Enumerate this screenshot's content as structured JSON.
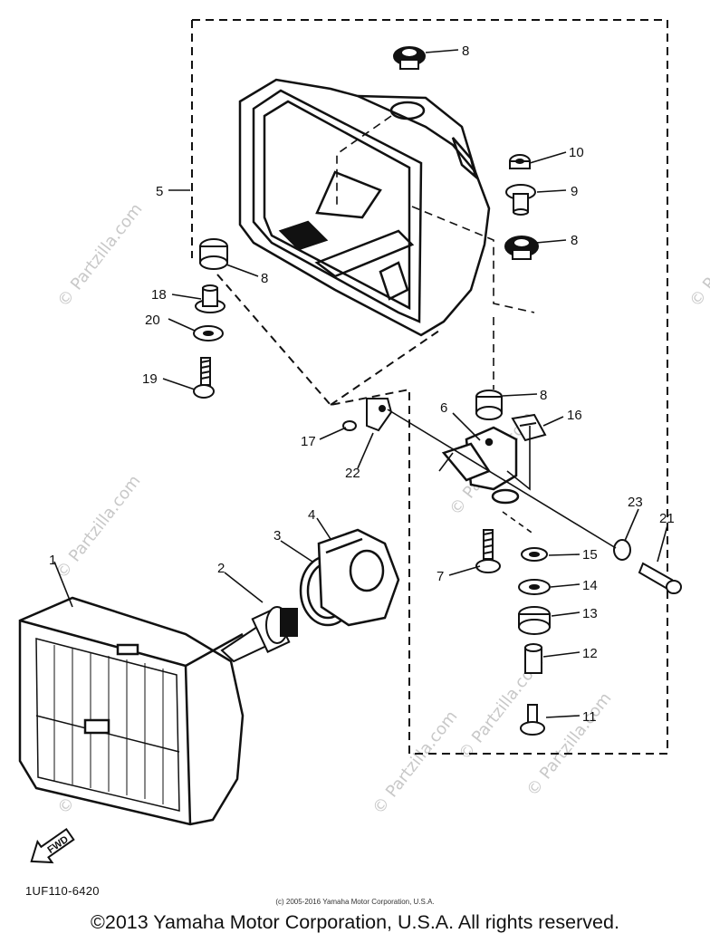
{
  "watermark": "© Partzilla.com",
  "parts": [
    {
      "id": "1",
      "label": "1"
    },
    {
      "id": "2",
      "label": "2"
    },
    {
      "id": "3",
      "label": "3"
    },
    {
      "id": "4",
      "label": "4"
    },
    {
      "id": "5",
      "label": "5"
    },
    {
      "id": "6",
      "label": "6"
    },
    {
      "id": "7",
      "label": "7"
    },
    {
      "id": "8a",
      "label": "8"
    },
    {
      "id": "8b",
      "label": "8"
    },
    {
      "id": "8c",
      "label": "8"
    },
    {
      "id": "8d",
      "label": "8"
    },
    {
      "id": "9",
      "label": "9"
    },
    {
      "id": "10",
      "label": "10"
    },
    {
      "id": "11",
      "label": "11"
    },
    {
      "id": "12",
      "label": "12"
    },
    {
      "id": "13",
      "label": "13"
    },
    {
      "id": "14",
      "label": "14"
    },
    {
      "id": "15",
      "label": "15"
    },
    {
      "id": "16",
      "label": "16"
    },
    {
      "id": "17",
      "label": "17"
    },
    {
      "id": "18",
      "label": "18"
    },
    {
      "id": "19",
      "label": "19"
    },
    {
      "id": "20",
      "label": "20"
    },
    {
      "id": "21",
      "label": "21"
    },
    {
      "id": "22",
      "label": "22"
    },
    {
      "id": "23",
      "label": "23"
    }
  ],
  "fwd_label": "FWD",
  "diagram_code": "1UF110-6420",
  "small_copyright": "(c) 2005-2016 Yamaha Motor Corporation, U.S.A.",
  "copyright": "©2013 Yamaha Motor Corporation, U.S.A. All rights reserved."
}
